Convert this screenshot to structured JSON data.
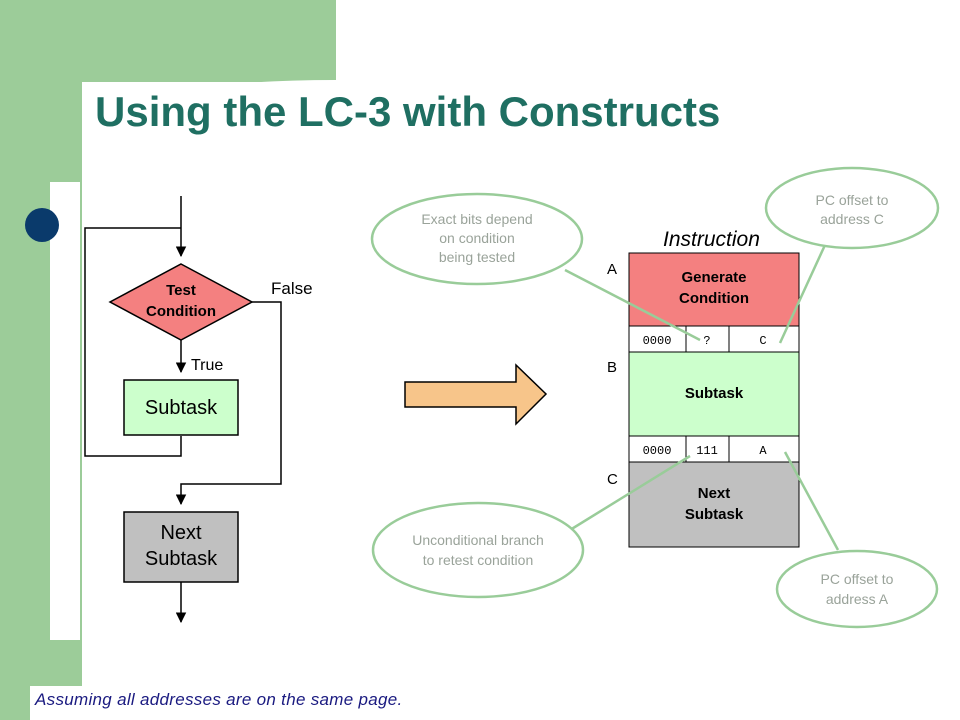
{
  "slide": {
    "title": "Using the LC-3 with Constructs",
    "footer": "Assuming all addresses are on the same page.",
    "colors": {
      "green_band": "#9ccc99",
      "title": "#1f6f62",
      "navy": "#0a3a6b",
      "diamond": "#f48080",
      "light_green": "#ccffcc",
      "gray": "#c0c0c0",
      "arrow_fill": "#f7c58a",
      "callout_border": "#99cc99",
      "callout_text": "#9aa39a"
    }
  },
  "flowchart": {
    "decision": "Test\nCondition",
    "false_label": "False",
    "true_label": "True",
    "subtask": "Subtask",
    "next": "Next\nSubtask"
  },
  "instruction": {
    "header": "Instruction",
    "label_a": "A",
    "label_b": "B",
    "label_c": "C",
    "generate": "Generate\nCondition",
    "row1": [
      "0000",
      "?",
      "C"
    ],
    "subtask": "Subtask",
    "row2": [
      "0000",
      "111",
      "A"
    ],
    "next": "Next\nSubtask"
  },
  "callouts": {
    "exact_bits": "Exact bits depend\non condition\nbeing tested",
    "pc_offset_c": "PC offset to\naddress C",
    "unconditional": "Unconditional branch\nto retest condition",
    "pc_offset_a": "PC offset to\naddress A"
  }
}
